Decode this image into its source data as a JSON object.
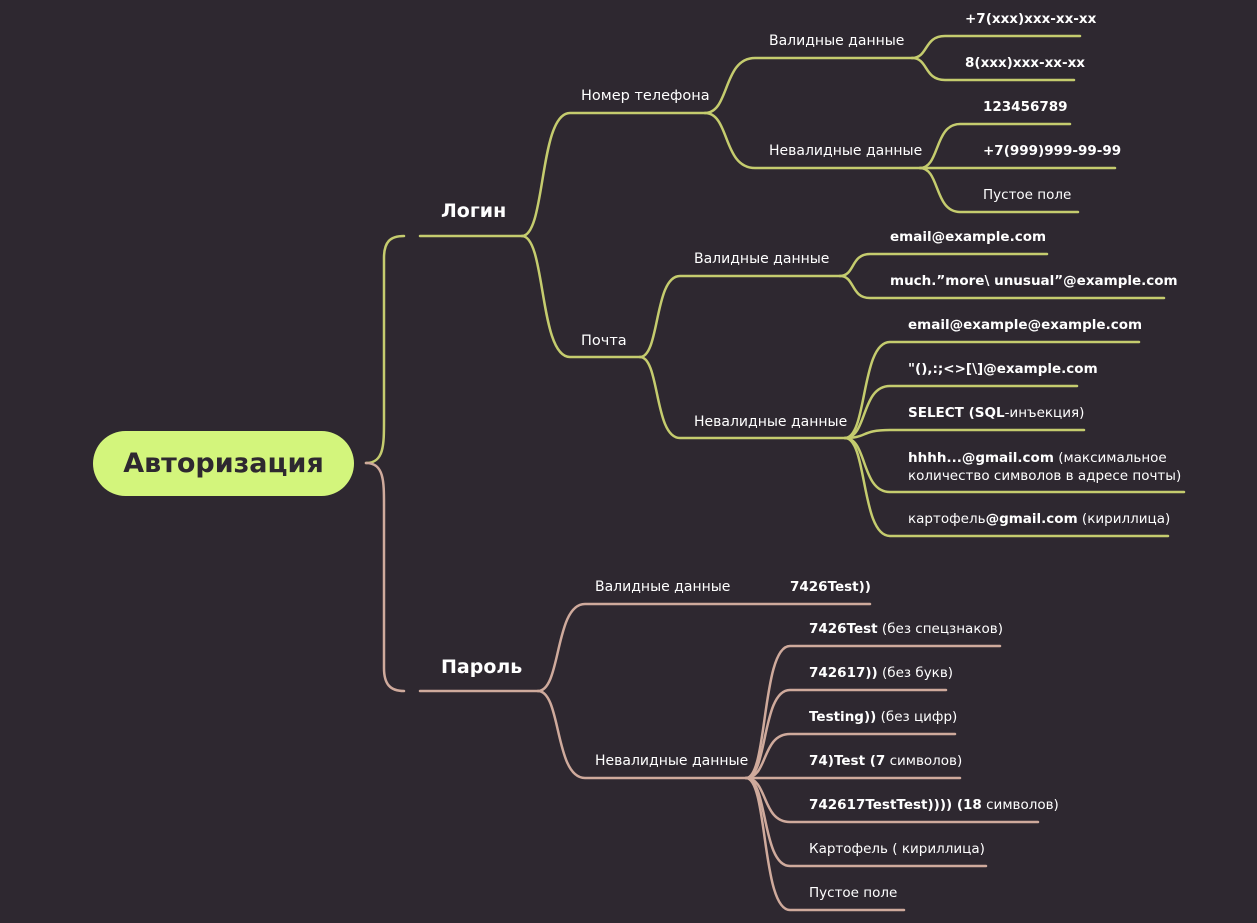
{
  "root": "Авторизация",
  "colors": {
    "background": "#2e2830",
    "root_fill": "#d3f57c",
    "login_branch": "#c5cc6e",
    "password_branch": "#cfaa9c"
  },
  "login": {
    "title": "Логин",
    "phone": {
      "title": "Номер телефона",
      "valid": {
        "title": "Валидные данные",
        "items": [
          "+7(xxx)xxx-xx-xx",
          "8(xxx)xxx-xx-xx"
        ]
      },
      "invalid": {
        "title": "Невалидные данные",
        "items": [
          "123456789",
          "+7(999)999-99-99",
          "Пустое поле"
        ]
      }
    },
    "email": {
      "title": "Почта",
      "valid": {
        "title": "Валидные данные",
        "items": [
          "email@example.com",
          "much.”more\\ unusual”@example.com"
        ]
      },
      "invalid": {
        "title": "Невалидные данные",
        "i0": "email@example@example.com",
        "i1": "\"(),:;<>[\\]@example.com",
        "i2": {
          "bold": "SELECT (SQL",
          "rest": "-инъекция)"
        },
        "i3": {
          "bold": "hhhh...@gmail.com",
          "rest": " (максимальное количество символов в адресе почты)"
        },
        "i4": {
          "pre": "картофель",
          "bold": "@gmail.com",
          "rest": " (кириллица)"
        }
      }
    }
  },
  "password": {
    "title": "Пароль",
    "valid": {
      "title": "Валидные данные",
      "item": "7426Test))"
    },
    "invalid": {
      "title": "Невалидные данные",
      "i0": {
        "bold": "7426Test",
        "rest": " (без спецзнаков)"
      },
      "i1": {
        "bold": "742617))",
        "rest": " (без букв)"
      },
      "i2": {
        "bold": "Testing))",
        "rest": " (без цифр)"
      },
      "i3": {
        "bold": "74)Test (7",
        "rest": " символов)"
      },
      "i4": {
        "bold": "742617TestTest)))) (18",
        "rest": " символов)"
      },
      "i5": "Картофель ( кириллица)",
      "i6": "Пустое поле"
    }
  }
}
